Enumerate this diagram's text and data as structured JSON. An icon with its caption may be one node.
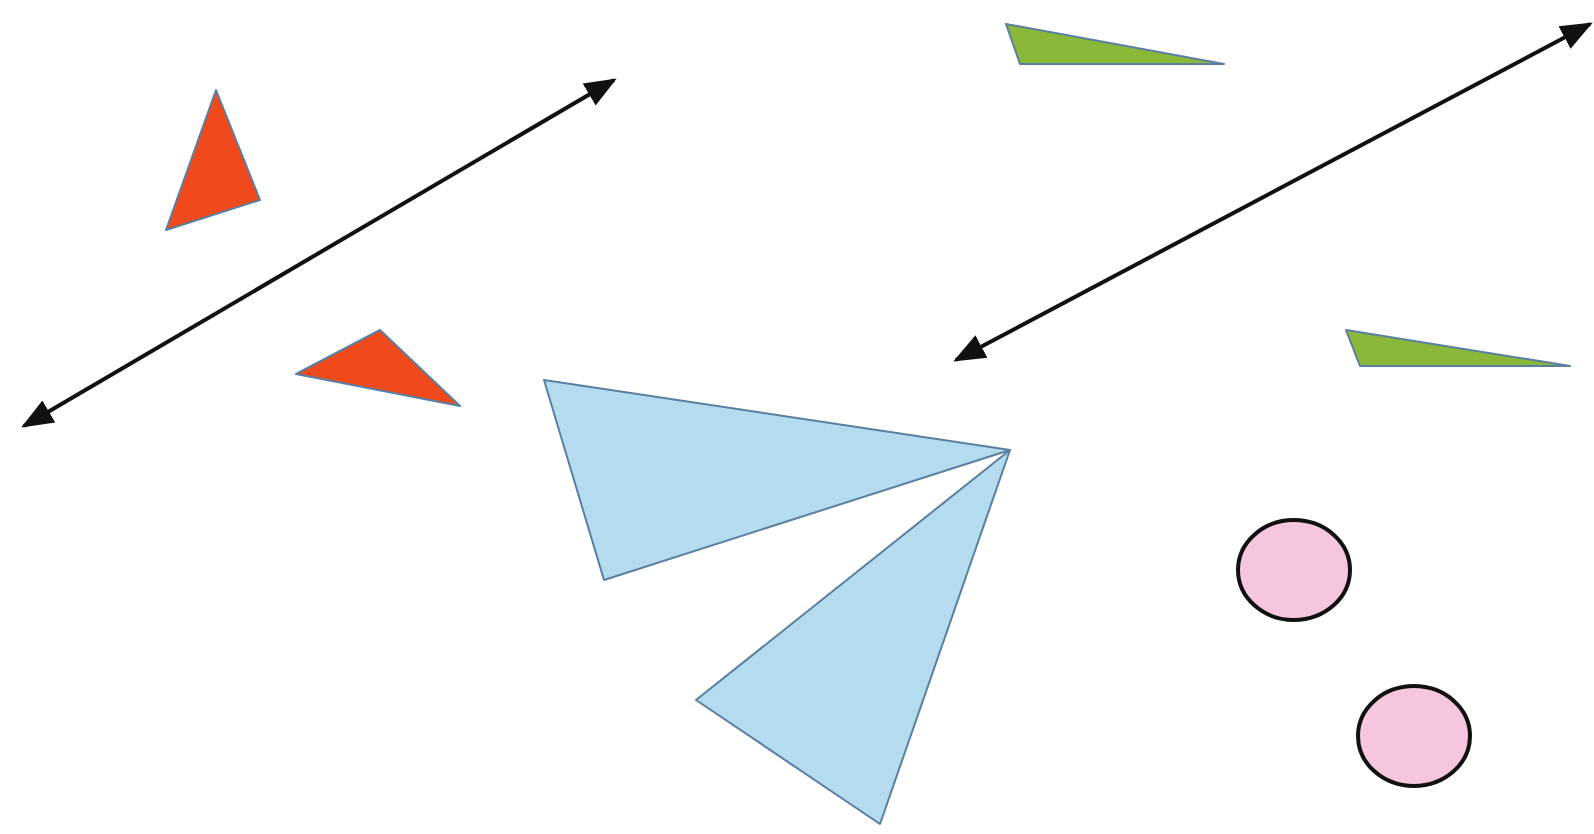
{
  "diagram": {
    "nodes": [
      {
        "text": [],
        "shape": "triangle"
      },
      {
        "text": [],
        "shape": "triangle"
      },
      {
        "text": [],
        "shape": "triangle"
      },
      {
        "text": [],
        "shape": "triangle"
      },
      {
        "text": [],
        "shape": "triangle"
      },
      {
        "text": [],
        "shape": "ellipse"
      },
      {
        "text": [],
        "shape": "triangle"
      },
      {
        "text": [],
        "shape": "ellipse"
      }
    ]
  }
}
